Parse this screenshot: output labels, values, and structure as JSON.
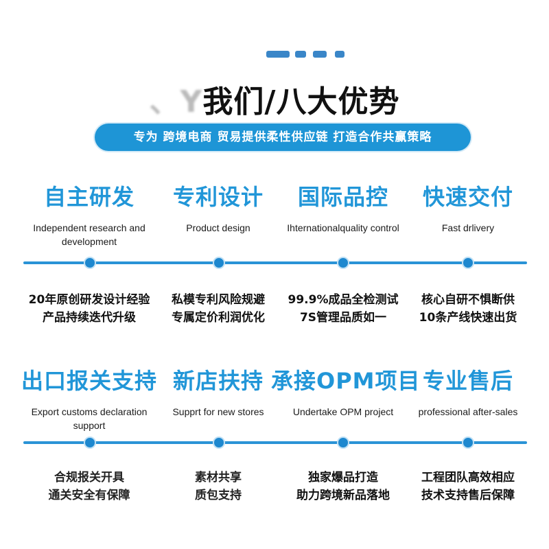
{
  "header": {
    "title_prefix": "、Y",
    "title": "我们/八大优势",
    "banner": "专为 跨境电商 贸易提供柔性供应链 打造合作共赢策略"
  },
  "colors": {
    "accent": "#2196d8",
    "line": "#2a93d6",
    "dot": "#1e88cf"
  },
  "advantages_row1": [
    {
      "heading": "自主研发",
      "en": "Independent research and development",
      "desc_line1": "20年原创研发设计经验",
      "desc_line2": "产品持续迭代升级"
    },
    {
      "heading": "专利设计",
      "en": "Product design",
      "desc_line1": "私模专利风险规避",
      "desc_line2": "专属定价利润优化"
    },
    {
      "heading": "国际品控",
      "en": "Ihternationalquality control",
      "desc_line1": "99.9%成品全检测试",
      "desc_line2": "7S管理品质如一"
    },
    {
      "heading": "快速交付",
      "en": "Fast drlivery",
      "desc_line1": "核心自研不惧断供",
      "desc_line2": "10条产线快速出货"
    }
  ],
  "advantages_row2": [
    {
      "heading": "出口报关支持",
      "en": "Export customs declaration support",
      "desc_line1": "合规报关开具",
      "desc_line2": "通关安全有保障"
    },
    {
      "heading": "新店扶持",
      "en": "Supprt for new stores",
      "desc_line1": "素材共享",
      "desc_line2": "质包支持"
    },
    {
      "heading": "承接OPM项目",
      "en": "Undertake OPM project",
      "desc_line1": "独家爆品打造",
      "desc_line2": "助力跨境新品落地"
    },
    {
      "heading": "专业售后",
      "en": "professional after-sales",
      "desc_line1": "工程团队高效相应",
      "desc_line2": "技术支持售后保障"
    }
  ]
}
